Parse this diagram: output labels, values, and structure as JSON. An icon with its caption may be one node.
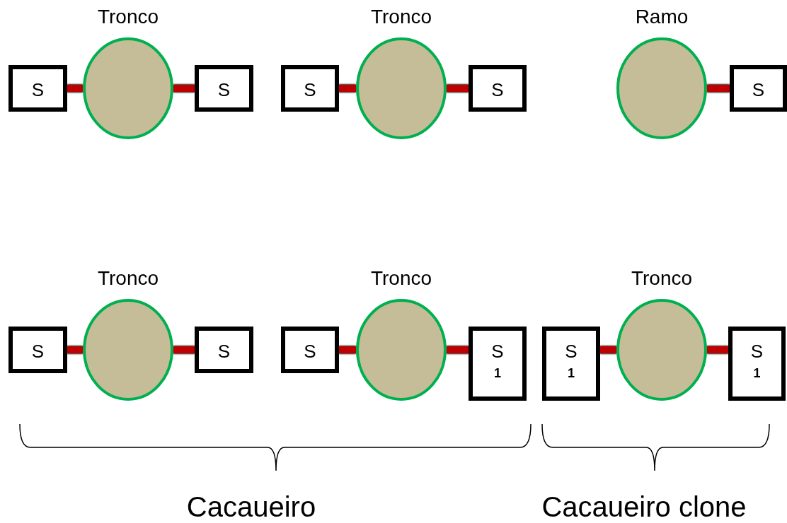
{
  "diagram": {
    "nodes": [
      {
        "text": [
          "S"
        ]
      },
      {
        "text": [
          "Tronco"
        ]
      },
      {
        "text": [
          "S"
        ]
      },
      {
        "text": [
          "S"
        ]
      },
      {
        "text": [
          "Tronco"
        ]
      },
      {
        "text": [
          "S"
        ]
      },
      {
        "text": [
          "Ramo"
        ]
      },
      {
        "text": [
          "S"
        ]
      },
      {
        "text": [
          "S"
        ]
      },
      {
        "text": [
          "Tronco"
        ]
      },
      {
        "text": [
          "S"
        ]
      },
      {
        "text": [
          "S"
        ]
      },
      {
        "text": [
          "Tronco"
        ]
      },
      {
        "text": [
          "S",
          "1"
        ]
      },
      {
        "text": [
          "S",
          "1"
        ]
      },
      {
        "text": [
          "Tronco"
        ]
      },
      {
        "text": [
          "S",
          "1"
        ]
      }
    ],
    "edges": [
      {
        "from": 0,
        "to": 1,
        "arrow": "none"
      },
      {
        "from": 1,
        "to": 2,
        "arrow": "none"
      },
      {
        "from": 3,
        "to": 4,
        "arrow": "none"
      },
      {
        "from": 4,
        "to": 5,
        "arrow": "none"
      },
      {
        "from": 6,
        "to": 7,
        "arrow": "none"
      },
      {
        "from": 8,
        "to": 9,
        "arrow": "none"
      },
      {
        "from": 9,
        "to": 10,
        "arrow": "none"
      },
      {
        "from": 11,
        "to": 12,
        "arrow": "none"
      },
      {
        "from": 12,
        "to": 13,
        "arrow": "none"
      },
      {
        "from": 14,
        "to": 15,
        "arrow": "none"
      },
      {
        "from": 15,
        "to": 16,
        "arrow": "none"
      }
    ],
    "labels": [
      "Cacaueiro",
      "Cacaueiro clone"
    ]
  }
}
